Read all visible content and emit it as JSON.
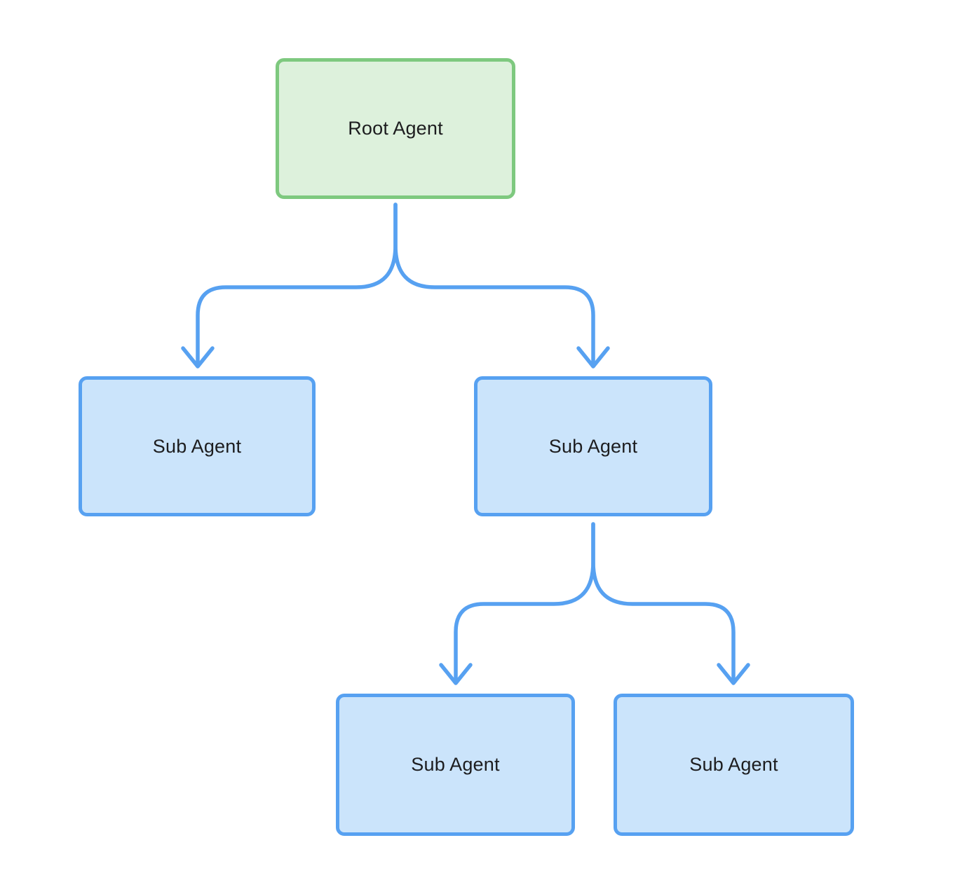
{
  "diagram": {
    "type": "flowchart-tree",
    "nodes": {
      "root": {
        "label": "Root Agent"
      },
      "sub_left": {
        "label": "Sub Agent"
      },
      "sub_right": {
        "label": "Sub Agent"
      },
      "sub_bottom_left": {
        "label": "Sub Agent"
      },
      "sub_bottom_right": {
        "label": "Sub Agent"
      }
    },
    "edges": [
      {
        "from": "root",
        "to": "sub_left"
      },
      {
        "from": "root",
        "to": "sub_right"
      },
      {
        "from": "sub_right",
        "to": "sub_bottom_left"
      },
      {
        "from": "sub_right",
        "to": "sub_bottom_right"
      }
    ],
    "colors": {
      "background": "#ffffff",
      "root_fill": "#ddf1dc",
      "root_border": "#7ec97f",
      "sub_fill": "#cbe4fb",
      "sub_border": "#57a1f1",
      "edge": "#57a1f1",
      "text": "#1d1d1f"
    }
  }
}
